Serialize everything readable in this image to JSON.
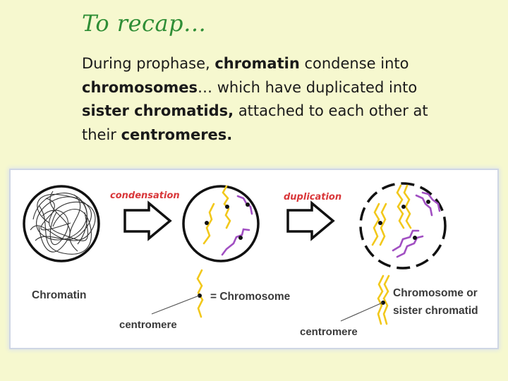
{
  "slide": {
    "title": "To recap…",
    "body_segments": [
      {
        "text": "During prophase, ",
        "bold": false
      },
      {
        "text": "chromatin",
        "bold": true
      },
      {
        "text": " condense into ",
        "bold": false
      },
      {
        "text": "chromosomes",
        "bold": true
      },
      {
        "text": "… which have duplicated into ",
        "bold": false
      },
      {
        "text": "sister chromatids,",
        "bold": true
      },
      {
        "text": " attached to each other at their ",
        "bold": false
      },
      {
        "text": "centromeres.",
        "bold": true
      }
    ]
  },
  "diagram": {
    "step1_label": "condensation",
    "step2_label": "duplication",
    "chromatin_label": "Chromatin",
    "chromosome_label": "= Chromosome",
    "centromere_label_1": "centromere",
    "sister_label_line1": "Chromosome or",
    "sister_label_line2": "sister chromatid",
    "centromere_label_2": "centromere",
    "colors": {
      "background": "#f6f8cf",
      "title": "#2f8e36",
      "label_red": "#d9373a",
      "chromosome_yellow": "#f2c81b",
      "chromosome_purple": "#a14fc2",
      "outline": "#111111"
    }
  }
}
